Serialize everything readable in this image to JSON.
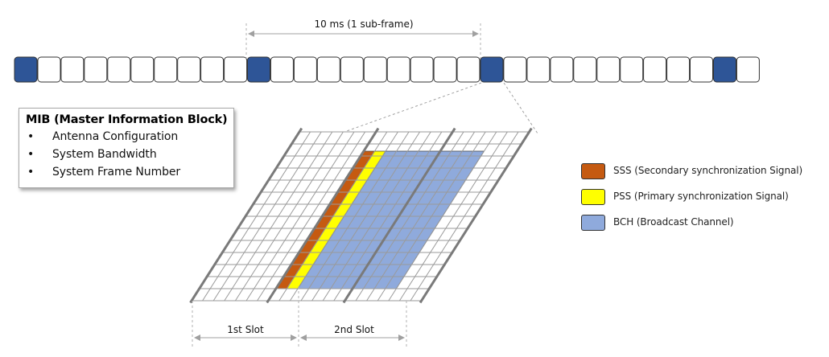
{
  "timeline": {
    "span_label": "10 ms (1 sub-frame)",
    "cell_count": 32,
    "highlight_cells": [
      0,
      10,
      20,
      30
    ],
    "colors": {
      "highlight": "#2e5597",
      "normal": "#ffffff",
      "border": "#333333"
    }
  },
  "mib": {
    "title": "MIB (Master Information Block)",
    "items": [
      "Antenna Configuration",
      "System Bandwidth",
      "System Frame Number"
    ]
  },
  "legend": {
    "items": [
      {
        "label": "SSS (Secondary synchronization Signal)",
        "color": "#c55a11"
      },
      {
        "label": "PSS (Primary synchronization Signal)",
        "color": "#ffff00"
      },
      {
        "label": "BCH (Broadcast Channel)",
        "color": "#8faadc"
      }
    ]
  },
  "slots": {
    "first_label": "1st Slot",
    "second_label": "2nd Slot"
  }
}
